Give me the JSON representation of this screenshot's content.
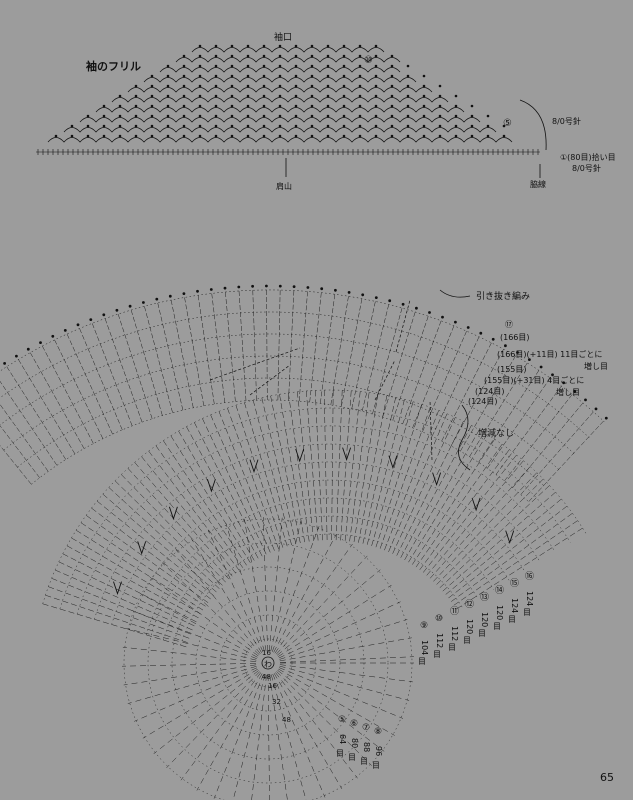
{
  "top_chart": {
    "title": "袖のフリル",
    "sleeve_label": "袖口",
    "row_final": "⑩",
    "row_mid": "⑤",
    "start_label": "①(80目)拾い目",
    "needle_upper": "8/0号針",
    "needle_lower": "8/0号針",
    "seam_label": "脇線",
    "shoulder_label": "肩山"
  },
  "bottom_chart": {
    "slip_stitch_label": "引き抜き編み",
    "no_change_label": "増減なし",
    "center_label": "わ",
    "outer_notes": [
      "⑰",
      "(166目)",
      "(166目)(+11目) 11目ごとに",
      "増し目",
      "(155目)",
      "(155目)(+31目) 4目ごとに",
      "増し目",
      "(124目)",
      "(124目)"
    ],
    "right_counts": [
      {
        "row": "⑨",
        "count": "104",
        "unit": "目"
      },
      {
        "row": "⑩",
        "count": "112",
        "unit": "目"
      },
      {
        "row": "⑪",
        "count": "112",
        "unit": "目"
      },
      {
        "row": "⑫",
        "count": "120",
        "unit": "目"
      },
      {
        "row": "⑬",
        "count": "120",
        "unit": "目"
      },
      {
        "row": "⑭",
        "count": "120",
        "unit": "目"
      },
      {
        "row": "⑮",
        "count": "124",
        "unit": "目"
      },
      {
        "row": "⑯",
        "count": "124",
        "unit": "目"
      }
    ],
    "bottom_counts": [
      {
        "row": "⑤",
        "count": "64",
        "unit": "目"
      },
      {
        "row": "⑥",
        "count": "80",
        "unit": "目"
      },
      {
        "row": "⑦",
        "count": "88",
        "unit": "目"
      },
      {
        "row": "⑧",
        "count": "96",
        "unit": "目"
      }
    ],
    "center_numbers": {
      "n1": "16",
      "n2": "48",
      "n3": "16",
      "n4": "32",
      "n5": "48"
    }
  },
  "page_number": "65"
}
